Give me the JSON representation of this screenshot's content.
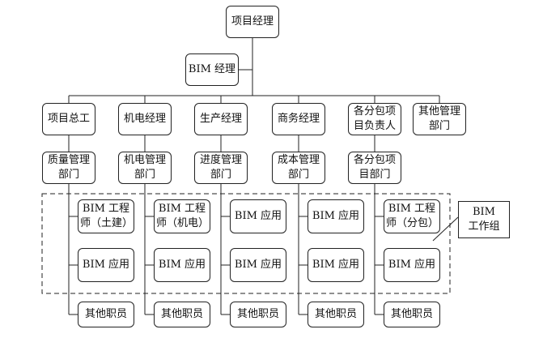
{
  "root": {
    "label": "项目经理"
  },
  "bim_manager": {
    "label": "BIM 经理"
  },
  "departments": [
    {
      "head": "项目总工",
      "unit": "质量管理\n部门",
      "bim_role": "BIM 工程\n师（土建）",
      "bim_app": "BIM 应用",
      "staff": "其他职员"
    },
    {
      "head": "机电经理",
      "unit": "机电管理\n部门",
      "bim_role": "BIM 工程\n师（机电）",
      "bim_app": "BIM 应用",
      "staff": "其他职员"
    },
    {
      "head": "生产经理",
      "unit": "进度管理\n部门",
      "bim_role": "BIM 应用",
      "bim_app": "BIM 应用",
      "staff": "其他职员"
    },
    {
      "head": "商务经理",
      "unit": "成本管理\n部门",
      "bim_role": "BIM 应用",
      "bim_app": "BIM 应用",
      "staff": "其他职员"
    },
    {
      "head": "各分包项\n目负责人",
      "unit": "各分包项\n目部门",
      "bim_role": "BIM 工程\n师（分包）",
      "bim_app": "BIM 应用",
      "staff": "其他职员"
    },
    {
      "head": "其他管理\n部门"
    }
  ],
  "bim_group": {
    "label": "BIM\n工作组"
  },
  "colors": {
    "line": "#222222",
    "border": "#222222",
    "text": "#111111"
  }
}
